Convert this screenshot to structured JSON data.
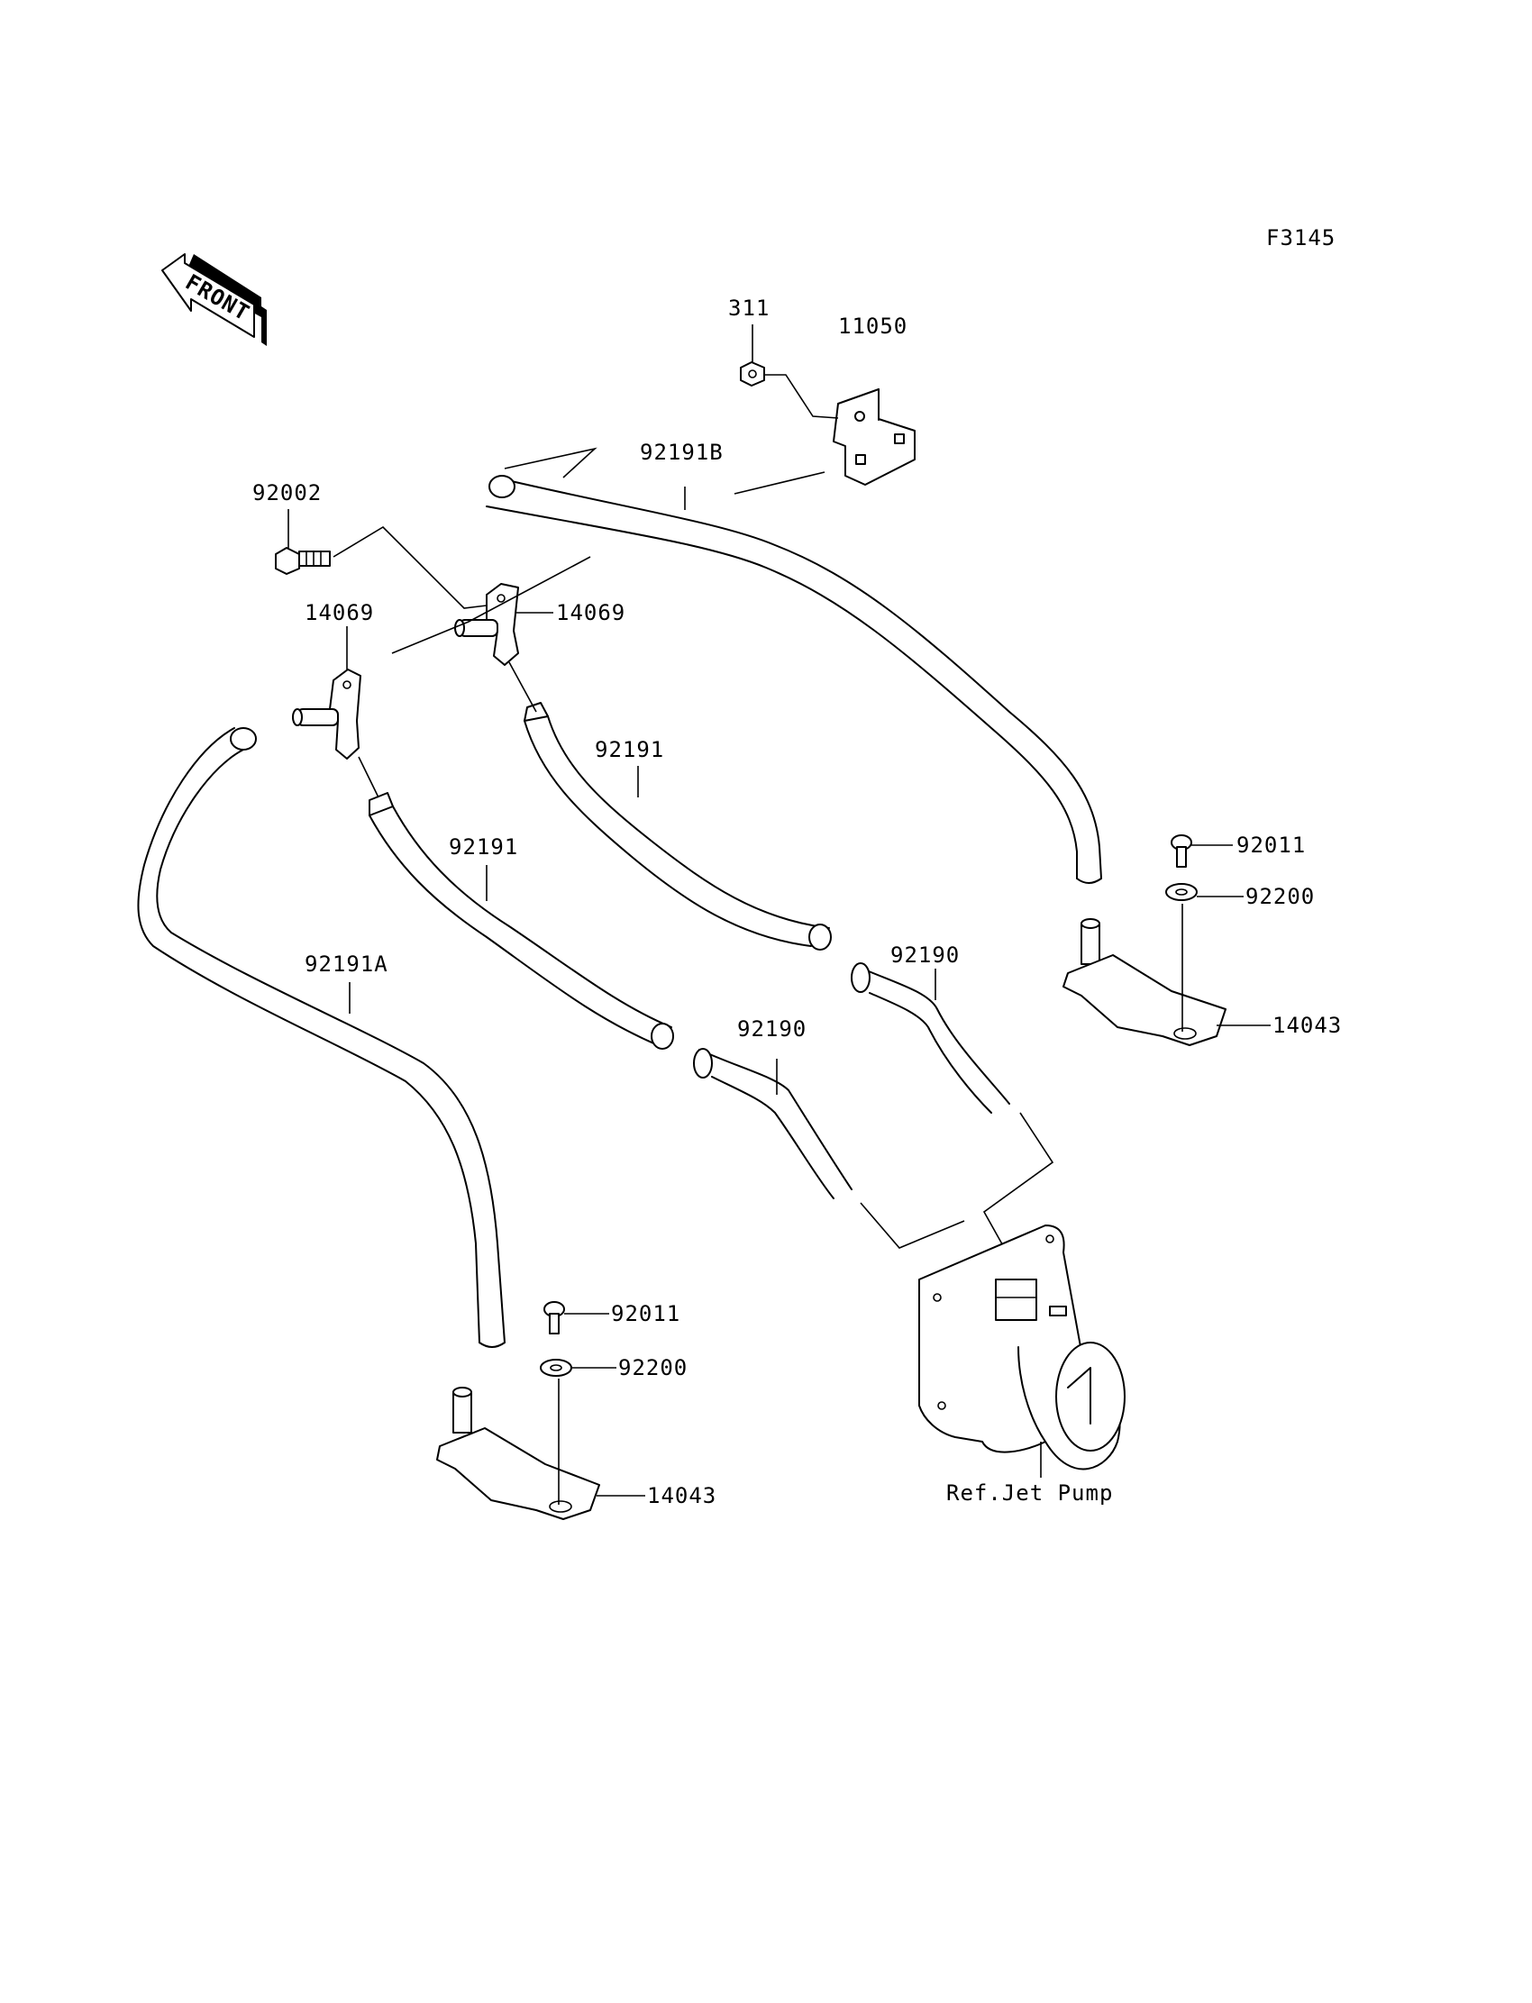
{
  "figure_code": "F3145",
  "front_label": "FRONT",
  "labels": {
    "nut": "311",
    "bracket": "11050",
    "hose_b": "92191B",
    "bolt": "92002",
    "fitting_left": "14069",
    "fitting_right": "14069",
    "hose_right": "92191",
    "hose_left": "92191",
    "hose_a": "92191A",
    "screw_right": "92011",
    "washer_right": "92200",
    "strainer_right": "14043",
    "hose_short_right": "92190",
    "hose_short_left": "92190",
    "screw_left": "92011",
    "washer_left": "92200",
    "strainer_left": "14043",
    "jet_pump": "Ref.Jet Pump"
  }
}
